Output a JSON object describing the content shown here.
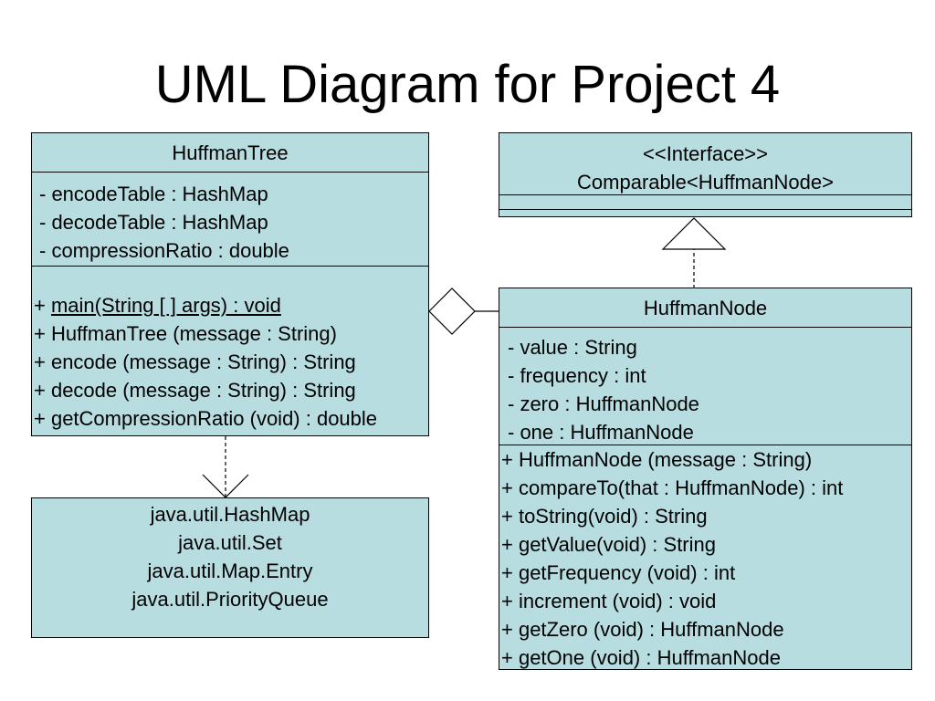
{
  "title": "UML Diagram for Project 4",
  "huffman_tree": {
    "name": "HuffmanTree",
    "attributes": [
      "- encodeTable : HashMap",
      "- decodeTable : HashMap",
      "- compressionRatio : double"
    ],
    "method_prefix": "+ ",
    "main_method": "main(String [ ] args) : void",
    "methods": [
      "+ HuffmanTree (message : String)",
      "+ encode (message : String) : String",
      "+ decode (message : String) : String",
      "+ getCompressionRatio (void) : double"
    ]
  },
  "comparable": {
    "stereotype": "<<Interface>>",
    "name": "Comparable<HuffmanNode>"
  },
  "huffman_node": {
    "name": "HuffmanNode",
    "attributes": [
      "- value : String",
      "- frequency : int",
      "- zero : HuffmanNode",
      "- one : HuffmanNode"
    ],
    "methods": [
      "+ HuffmanNode (message : String)",
      "+ compareTo(that : HuffmanNode) : int",
      "+ toString(void) : String",
      "+ getValue(void) : String",
      "+ getFrequency (void) : int",
      "+ increment (void) : void",
      "+ getZero (void) : HuffmanNode",
      "+ getOne (void) : HuffmanNode"
    ]
  },
  "imports": {
    "lines": [
      "java.util.HashMap",
      "java.util.Set",
      "java.util.Map.Entry",
      "java.util.PriorityQueue"
    ]
  }
}
